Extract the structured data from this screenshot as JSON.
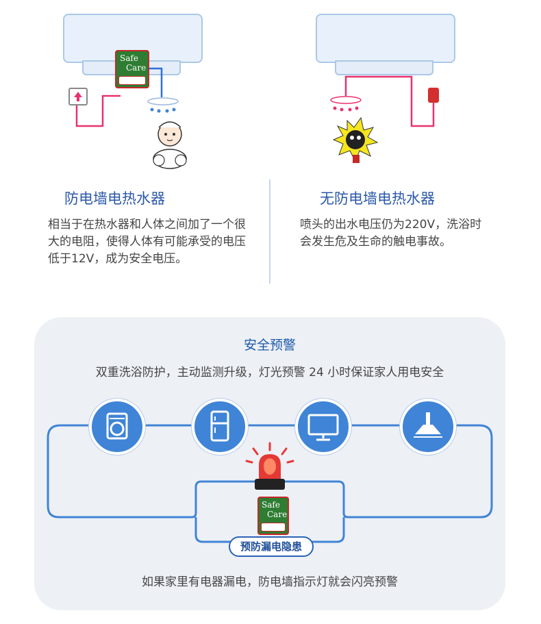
{
  "left": {
    "title": "防电墙电热水器",
    "text": "相当于在热水器和人体之间加了一个很大的电阻，使得人体有可能承受的电压低于12V，成为安全电压。"
  },
  "right": {
    "title": "无防电墙电热水器",
    "text": "喷头的出水电压仍为220V，洗浴时会发生危及生命的触电事故。"
  },
  "logo": {
    "line1": "Safe",
    "line2": "Care"
  },
  "panel": {
    "title": "安全预警",
    "subtitle": "双重洗浴防护，主动监测升级，灯光预警 24 小时保证家人用电安全",
    "badge": "预防漏电隐患",
    "footer": "如果家里有电器漏电，防电墙指示灯就会闪亮预警"
  },
  "colors": {
    "accent_blue": "#3f84d6",
    "title_blue": "#2a57a8",
    "wire_red": "#e8326e",
    "alarm_red": "#e53935",
    "logo_green": "#2e7d32"
  },
  "icons": [
    "washing-machine-icon",
    "refrigerator-icon",
    "tv-monitor-icon",
    "range-hood-icon",
    "alarm-light-icon",
    "shower-head-icon",
    "power-socket-icon"
  ]
}
